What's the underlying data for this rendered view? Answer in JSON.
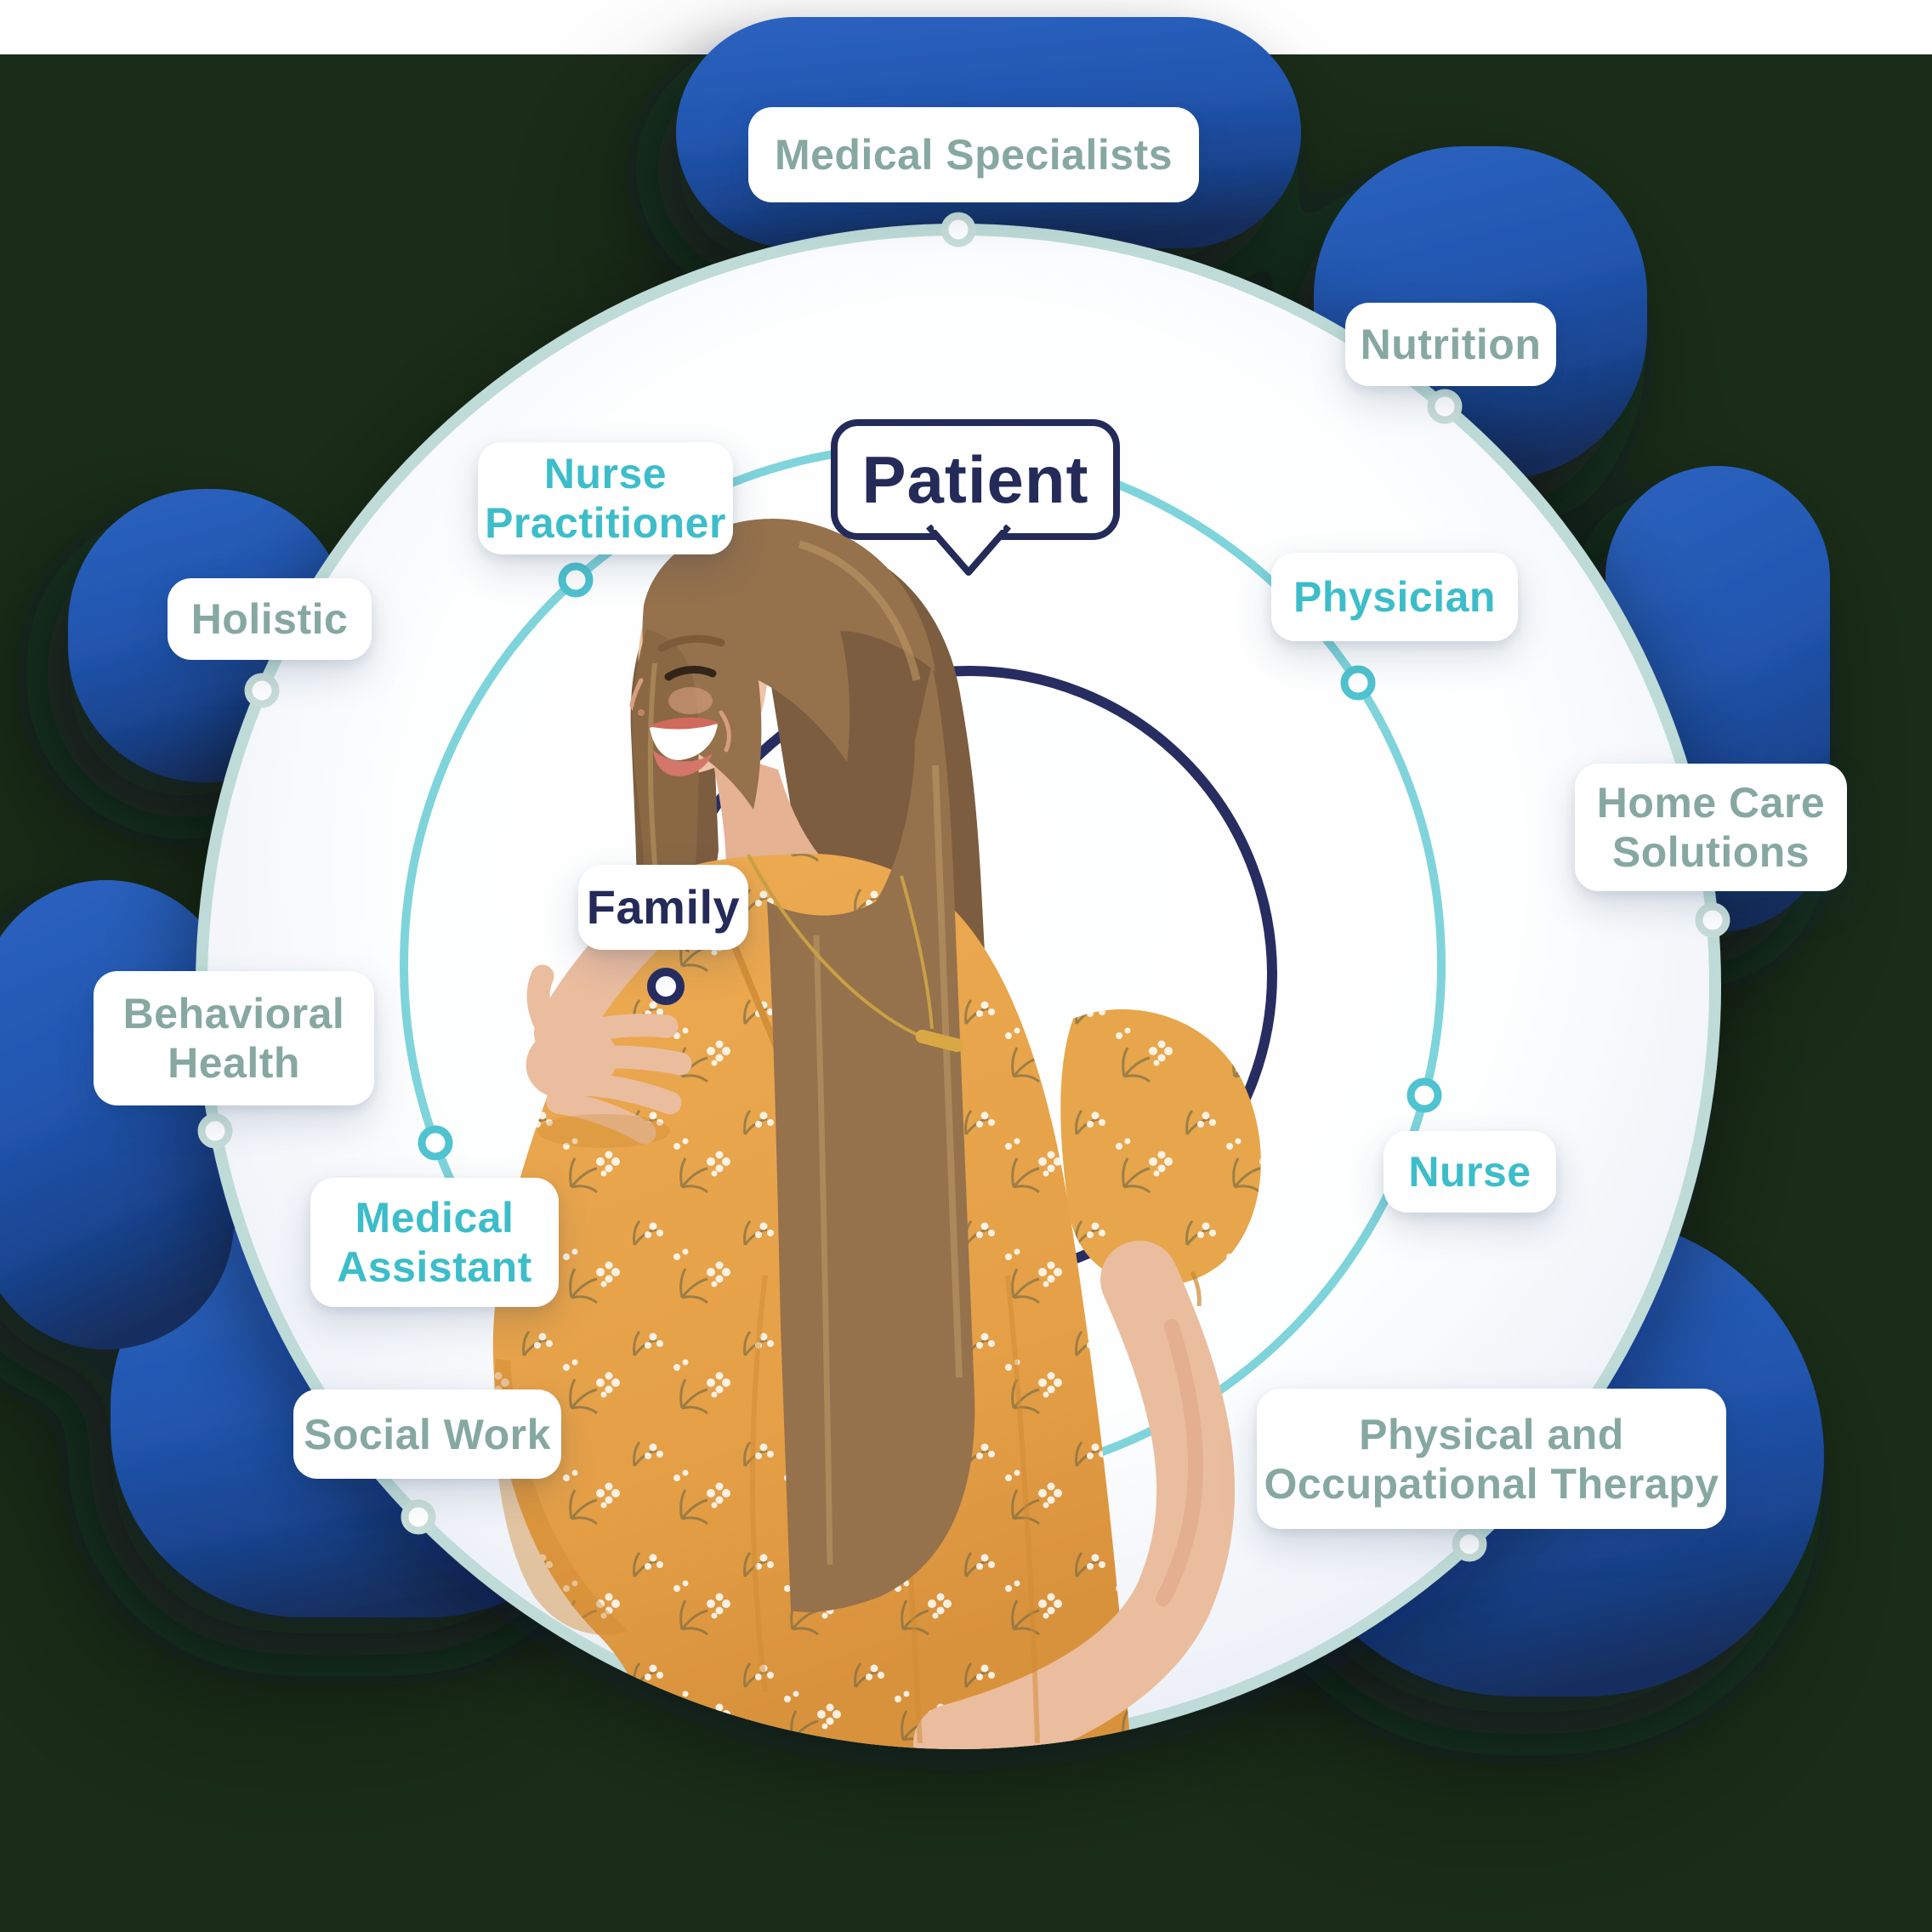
{
  "colors": {
    "background_green": "#1A2D18",
    "blob_blue": "#2156AF",
    "outer_ring": "#BEDBD7",
    "middle_ring": "#7FD4DB",
    "inner_ring": "#272D60",
    "sage_text": "#86A8A1",
    "teal_text": "#3DBDCA",
    "navy_text": "#242B59",
    "dress_yellow": "#E9A850"
  },
  "labels": {
    "patient": {
      "text": "Patient"
    },
    "family": {
      "text": "Family"
    },
    "nurse_practitioner": {
      "line1": "Nurse",
      "line2": "Practitioner"
    },
    "physician": {
      "text": "Physician"
    },
    "nurse": {
      "text": "Nurse"
    },
    "medical_assistant": {
      "line1": "Medical",
      "line2": "Assistant"
    },
    "medical_specialists": {
      "text": "Medical Specialists"
    },
    "nutrition": {
      "text": "Nutrition"
    },
    "home_care": {
      "line1": "Home Care",
      "line2": "Solutions"
    },
    "physical_ot": {
      "line1": "Physical and",
      "line2": "Occupational Therapy"
    },
    "social_work": {
      "text": "Social Work"
    },
    "behavioral_health": {
      "line1": "Behavioral",
      "line2": "Health"
    },
    "holistic": {
      "text": "Holistic"
    }
  }
}
